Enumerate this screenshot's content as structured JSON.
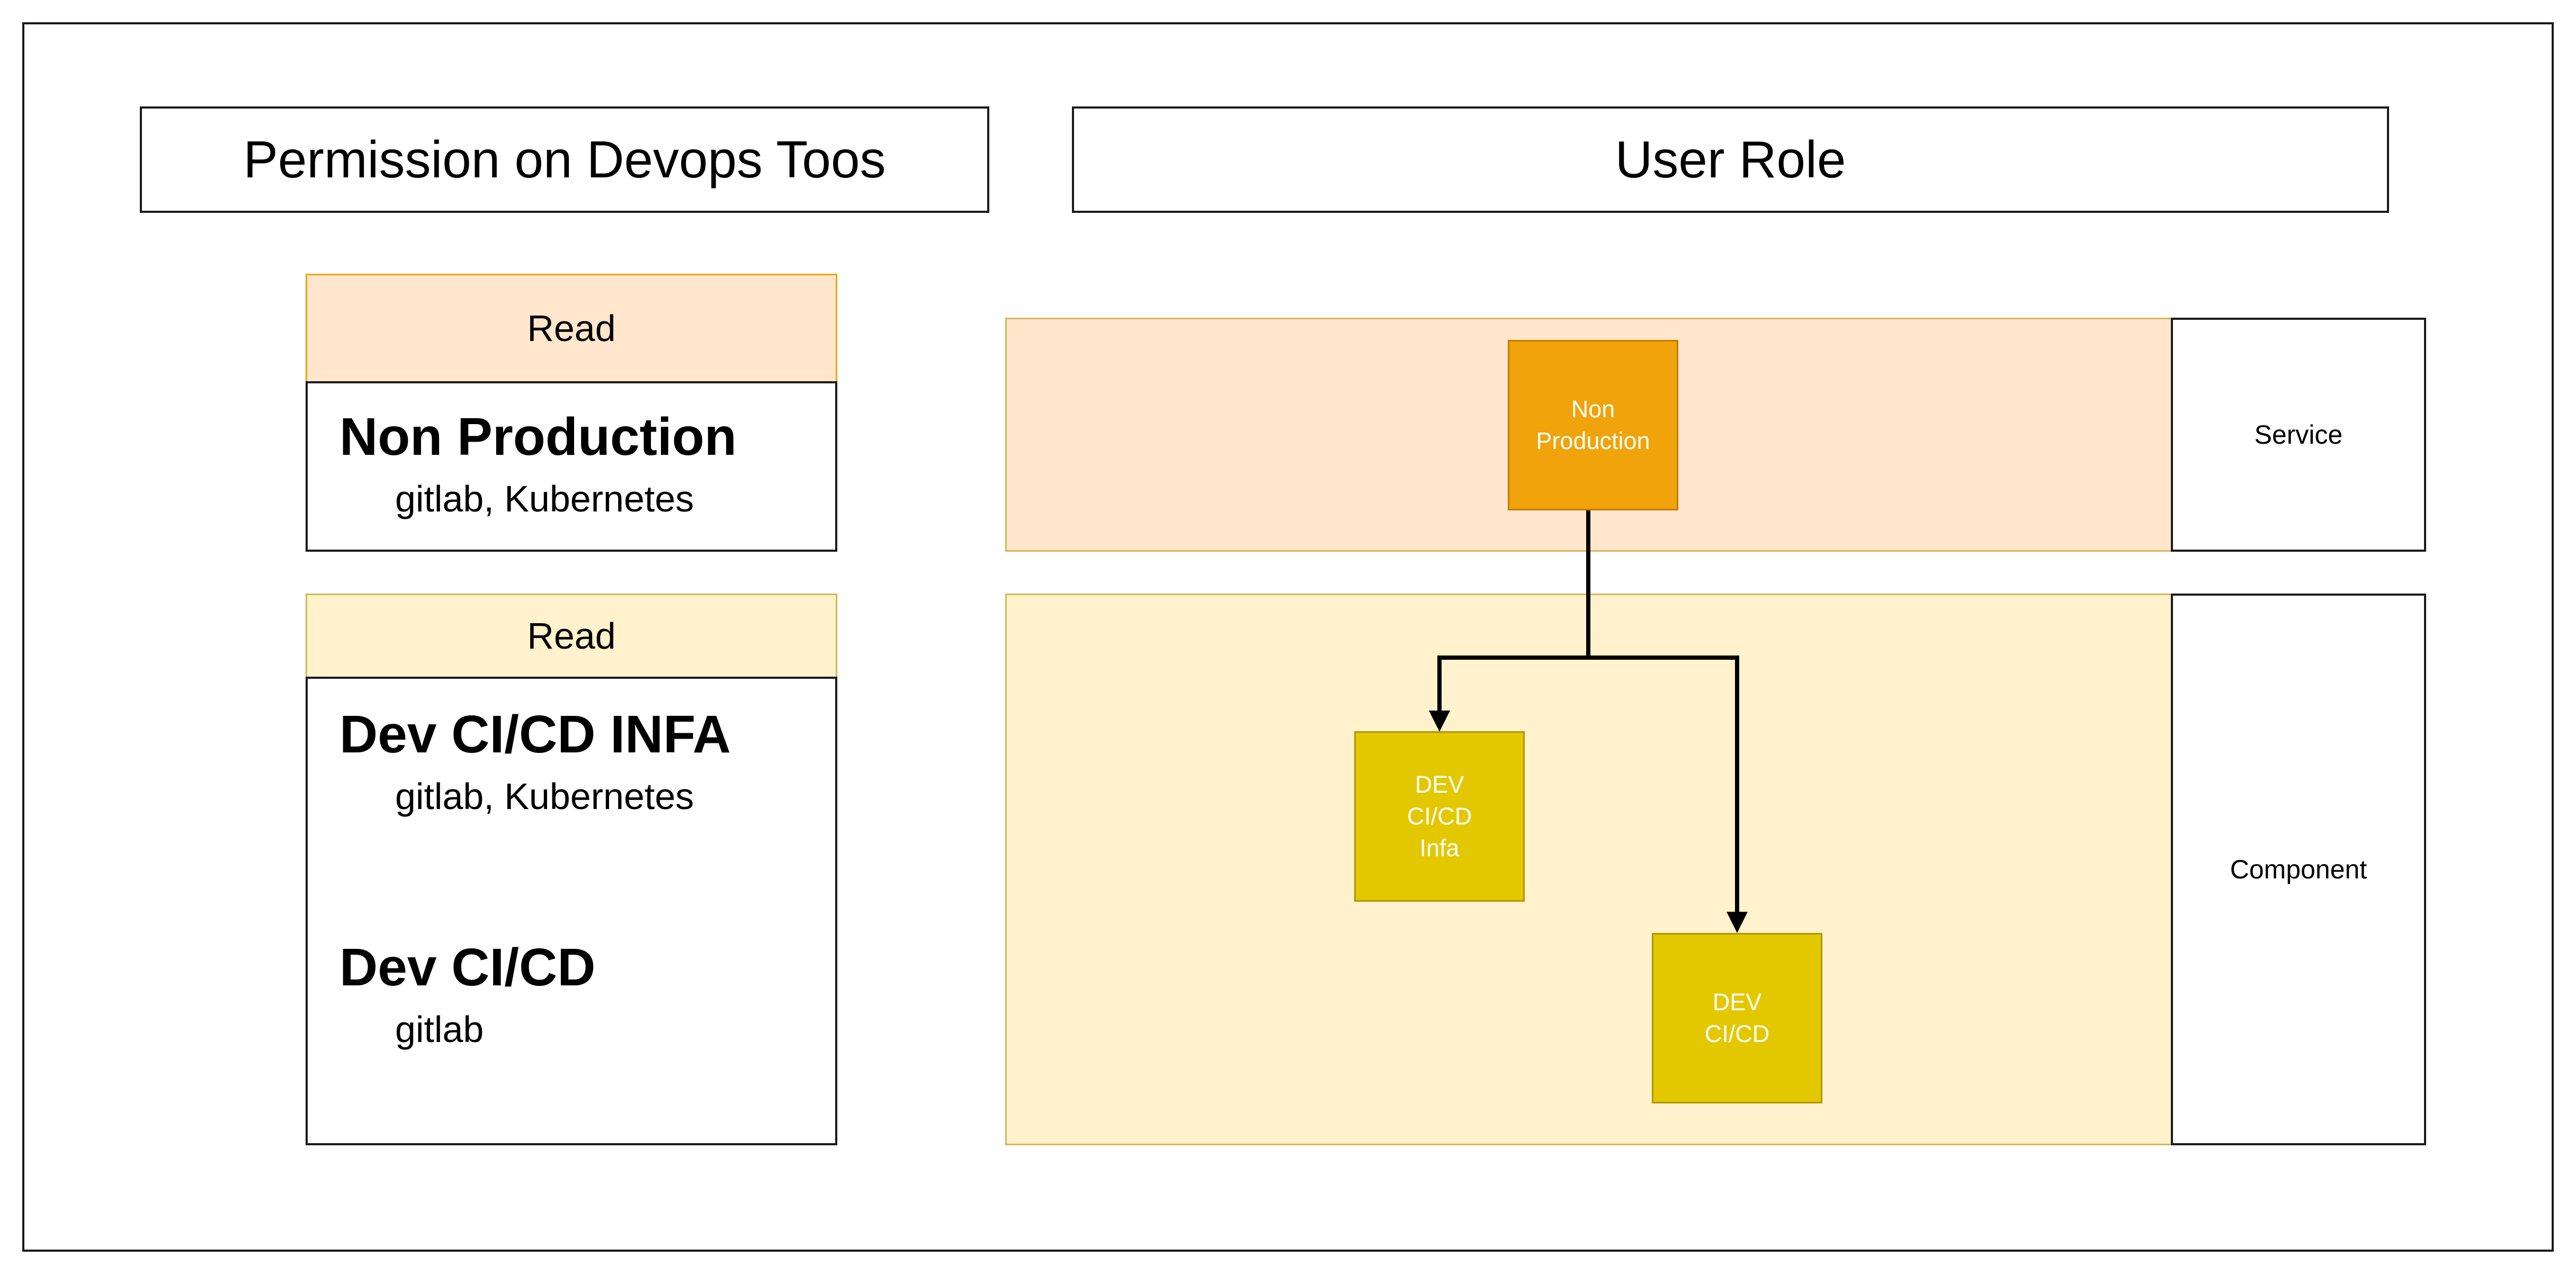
{
  "headers": {
    "permission": "Permission on Devops Toos",
    "user_role": "User Role"
  },
  "permission_groups": [
    {
      "access": "Read",
      "entries": [
        {
          "title": "Non Production",
          "tools": "gitlab, Kubernetes"
        }
      ]
    },
    {
      "access": "Read",
      "entries": [
        {
          "title": "Dev CI/CD INFA",
          "tools": "gitlab, Kubernetes"
        },
        {
          "title": "Dev CI/CD",
          "tools": "gitlab"
        }
      ]
    }
  ],
  "lanes": [
    {
      "label": "Service"
    },
    {
      "label": "Component"
    }
  ],
  "nodes": {
    "non_production": {
      "line1": "Non",
      "line2": "Production"
    },
    "dev_cicd_infa": {
      "line1": "DEV",
      "line2": "CI/CD",
      "line3": "Infa"
    },
    "dev_cicd": {
      "line1": "DEV",
      "line2": "CI/CD"
    }
  },
  "edges": [
    {
      "from": "Non Production",
      "to": "DEV CI/CD Infa"
    },
    {
      "from": "Non Production",
      "to": "DEV CI/CD"
    }
  ],
  "colors": {
    "service_band": "#FFE6CC",
    "service_band_border": "#D6B656",
    "component_band": "#FFF2CC",
    "component_band_border": "#D6B656",
    "read_head_1": "#FFE6CC",
    "read_head_1_border": "#F0A30A",
    "read_head_2": "#FFF2CC",
    "read_head_2_border": "#D6B656",
    "node_orange": "#F0A30A",
    "node_orange_border": "#C77A00",
    "node_yellow": "#E3C800",
    "node_yellow_border": "#B09500"
  }
}
